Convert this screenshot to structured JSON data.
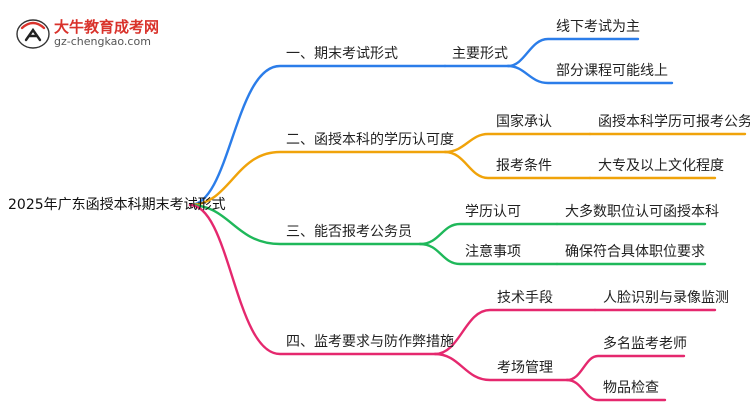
{
  "logo": {
    "title": "大牛教育成考网",
    "url": "gz-chengkao.com"
  },
  "mindmap": {
    "root": "2025年广东函授本科期末考试形式",
    "branches": [
      {
        "label": "一、期末考试形式",
        "color": "#2b7de9",
        "children": [
          {
            "label": "主要形式",
            "children": [
              "线下考试为主",
              "部分课程可能线上"
            ]
          }
        ]
      },
      {
        "label": "二、函授本科的学历认可度",
        "color": "#f0a30a",
        "children": [
          {
            "label": "国家承认",
            "children": [
              "函授本科学历可报考公务员"
            ]
          },
          {
            "label": "报考条件",
            "children": [
              "大专及以上文化程度"
            ]
          }
        ]
      },
      {
        "label": "三、能否报考公务员",
        "color": "#1fb85a",
        "children": [
          {
            "label": "学历认可",
            "children": [
              "大多数职位认可函授本科"
            ]
          },
          {
            "label": "注意事项",
            "children": [
              "确保符合具体职位要求"
            ]
          }
        ]
      },
      {
        "label": "四、监考要求与防作弊措施",
        "color": "#e5286e",
        "children": [
          {
            "label": "技术手段",
            "children": [
              "人脸识别与录像监测"
            ]
          },
          {
            "label": "考场管理",
            "children": [
              "多名监考老师",
              "物品检查"
            ]
          }
        ]
      }
    ]
  }
}
